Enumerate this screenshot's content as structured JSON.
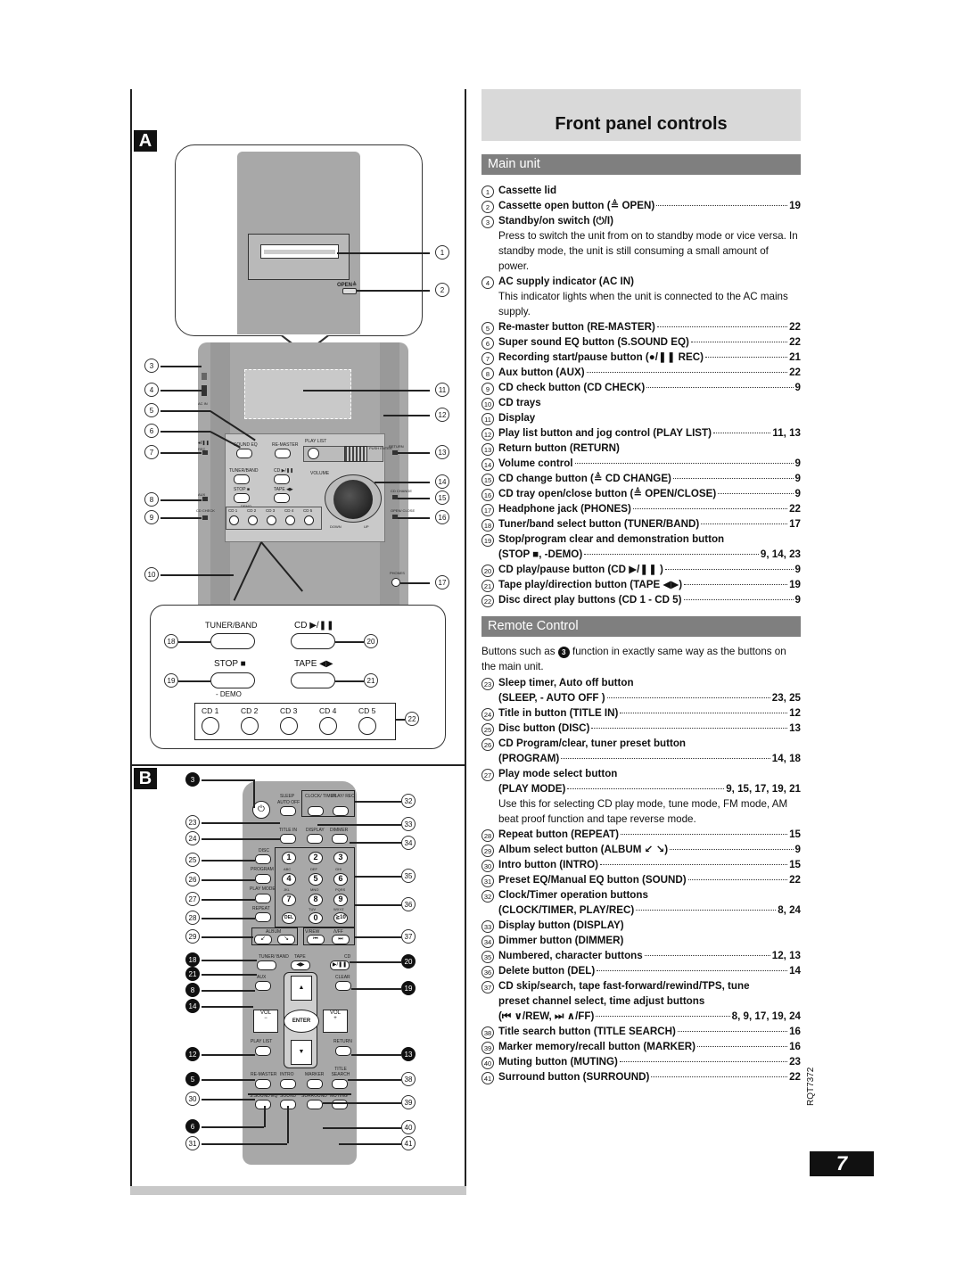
{
  "page": {
    "number": "7",
    "code": "RQT7372"
  },
  "sections": {
    "a": "A",
    "b": "B"
  },
  "title": "Front panel controls",
  "main_unit": {
    "heading": "Main unit",
    "items": [
      {
        "n": "1",
        "text": "Cassette lid",
        "page": ""
      },
      {
        "n": "2",
        "text": "Cassette open button (≜ OPEN)",
        "page": "19"
      },
      {
        "n": "3",
        "text": "Standby/on switch (⏻/I)",
        "page": ""
      },
      {
        "n": "4",
        "text": "AC supply indicator (AC IN)",
        "page": ""
      },
      {
        "n": "5",
        "text": "Re-master button (RE-MASTER)",
        "page": "22"
      },
      {
        "n": "6",
        "text": "Super sound EQ button (S.SOUND EQ)",
        "page": "22"
      },
      {
        "n": "7",
        "text": "Recording start/pause button (●/❚❚ REC)",
        "page": "21"
      },
      {
        "n": "8",
        "text": "Aux button (AUX)",
        "page": "22"
      },
      {
        "n": "9",
        "text": "CD check button (CD CHECK)",
        "page": "9"
      },
      {
        "n": "10",
        "text": "CD trays",
        "page": ""
      },
      {
        "n": "11",
        "text": "Display",
        "page": ""
      },
      {
        "n": "12",
        "text": "Play list button and jog control (PLAY LIST)",
        "page": "11, 13"
      },
      {
        "n": "13",
        "text": "Return button (RETURN)",
        "page": ""
      },
      {
        "n": "14",
        "text": "Volume control",
        "page": "9"
      },
      {
        "n": "15",
        "text": "CD change button (≜ CD CHANGE)",
        "page": "9"
      },
      {
        "n": "16",
        "text": "CD tray open/close button (≜ OPEN/CLOSE)",
        "page": "9"
      },
      {
        "n": "17",
        "text": "Headphone jack (PHONES)",
        "page": "22"
      },
      {
        "n": "18",
        "text": "Tuner/band select button (TUNER/BAND)",
        "page": "17"
      },
      {
        "n": "19",
        "text": "Stop/program clear and demonstration button",
        "page": ""
      },
      {
        "n": "20",
        "text": "CD play/pause button (CD ▶/❚❚ )",
        "page": "9"
      },
      {
        "n": "21",
        "text": "Tape play/direction button (TAPE ◀▶)",
        "page": "19"
      },
      {
        "n": "22",
        "text": "Disc direct play buttons (CD 1 - CD 5)",
        "page": "9"
      }
    ],
    "desc_3": "Press to switch the unit from on to standby mode or vice versa. In standby mode, the unit is still consuming a small amount of power.",
    "desc_4": "This indicator lights when the unit is connected to the AC mains supply.",
    "cont_19": {
      "text": "(STOP ■, -DEMO)",
      "page": "9, 14, 23"
    }
  },
  "remote": {
    "heading": "Remote Control",
    "intro_a": "Buttons such as",
    "intro_ref": "3",
    "intro_b": "function in exactly same way as the buttons on the main  unit.",
    "items": [
      {
        "n": "23",
        "text": "Sleep timer, Auto off button",
        "page": ""
      },
      {
        "n": "24",
        "text": "Title in button (TITLE IN)",
        "page": "12"
      },
      {
        "n": "25",
        "text": "Disc button (DISC)",
        "page": "13"
      },
      {
        "n": "26",
        "text": "CD Program/clear, tuner preset button",
        "page": ""
      },
      {
        "n": "27",
        "text": "Play mode select button",
        "page": ""
      },
      {
        "n": "28",
        "text": "Repeat button (REPEAT)",
        "page": "15"
      },
      {
        "n": "29",
        "text": "Album select button (ALBUM ↙ ↘)",
        "page": "9"
      },
      {
        "n": "30",
        "text": "Intro button (INTRO)",
        "page": "15"
      },
      {
        "n": "31",
        "text": "Preset EQ/Manual EQ button (SOUND)",
        "page": "22"
      },
      {
        "n": "32",
        "text": "Clock/Timer operation buttons",
        "page": ""
      },
      {
        "n": "33",
        "text": "Display button (DISPLAY)",
        "page": ""
      },
      {
        "n": "34",
        "text": "Dimmer button (DIMMER)",
        "page": ""
      },
      {
        "n": "35",
        "text": "Numbered, character buttons",
        "page": "12, 13"
      },
      {
        "n": "36",
        "text": "Delete button (DEL)",
        "page": "14"
      },
      {
        "n": "37",
        "text": "CD skip/search, tape fast-forward/rewind/TPS, tune",
        "page": ""
      },
      {
        "n": "38",
        "text": "Title search button (TITLE SEARCH)",
        "page": "16"
      },
      {
        "n": "39",
        "text": "Marker memory/recall button (MARKER)",
        "page": "16"
      },
      {
        "n": "40",
        "text": "Muting button (MUTING)",
        "page": "23"
      },
      {
        "n": "41",
        "text": "Surround button (SURROUND)",
        "page": "22"
      }
    ],
    "cont_23": {
      "text": "(SLEEP, - AUTO OFF )",
      "page": "23, 25"
    },
    "cont_26": {
      "text": "(PROGRAM)",
      "page": "14, 18"
    },
    "cont_27": {
      "text": "(PLAY MODE)",
      "page": "9, 15, 17, 19, 21"
    },
    "desc_27": "Use this for selecting CD play mode, tune mode, FM mode, AM beat proof function and tape reverse mode.",
    "cont_32": {
      "text": "(CLOCK/TIMER, PLAY/REC)",
      "page": "8, 24"
    },
    "cont_37a": "preset channel select, time adjust buttons",
    "cont_37": {
      "text": "(⏮ ∨/REW, ⏭ ∧/FF)",
      "page": "8, 9, 17, 19, 24"
    }
  },
  "diagram_a": {
    "open_label": "OPEN≜",
    "panel_labels": {
      "sound_eq": "SOUND EQ",
      "re_master": "RE-MASTER",
      "play_list": "PLAY LIST",
      "return": "RETURN",
      "tuner_band": "TUNER/BAND",
      "cd_play": "CD ▶/❚❚",
      "stop": "STOP ■",
      "tape": "TAPE ◀▶",
      "volume": "VOLUME",
      "down": "DOWN",
      "up": "UP",
      "cd1": "CD 1",
      "cd2": "CD 2",
      "cd3": "CD 3",
      "cd4": "CD 4",
      "cd5": "CD 5",
      "ac_in": "AC IN",
      "rec": "REC",
      "aux": "AUX",
      "cd_check": "CD CHECK",
      "phones": "PHONES",
      "demo": "DEMO",
      "push_enter": "PUSH ENTER",
      "cd_change": "CD CHANGE",
      "open_close": "OPEN/ CLOSE"
    },
    "zoom": {
      "tuner_band": "TUNER/BAND",
      "cd_play": "CD ▶/❚❚",
      "stop": "STOP ■",
      "tape": "TAPE ◀▶",
      "demo": "- DEMO",
      "cd": [
        "CD 1",
        "CD 2",
        "CD 3",
        "CD 4",
        "CD 5"
      ]
    },
    "callouts_left": [
      "3",
      "4",
      "5",
      "6",
      "7",
      "8",
      "9",
      "10"
    ],
    "callouts_right": [
      "1",
      "2",
      "11",
      "12",
      "13",
      "14",
      "15",
      "16",
      "17"
    ],
    "zoom_callouts": [
      "18",
      "19",
      "20",
      "21",
      "22"
    ]
  },
  "diagram_b": {
    "labels": {
      "sleep": "SLEEP",
      "auto_off": "AUTO OFF",
      "clock": "CLOCK/ TIMER",
      "play_rec": "PLAY/ REC",
      "title_in": "TITLE IN",
      "display": "DISPLAY",
      "dimmer": "DIMMER",
      "disc": "DISC",
      "program": "PROGRAM",
      "play_mode": "PLAY MODE",
      "repeat": "REPEAT",
      "album": "ALBUM",
      "vrew": "V/REW",
      "aff": "Λ/FF",
      "tuner": "TUNER/ BAND",
      "tape": "TAPE",
      "cd": "CD",
      "aux": "AUX",
      "clear": "CLEAR",
      "vol": "VOL",
      "enter": "ENTER",
      "play_list": "PLAY LIST",
      "return": "RETURN",
      "re_master": "RE-MASTER",
      "intro": "INTRO",
      "marker": "MARKER",
      "title_search": "TITLE SEARCH",
      "sound_eq": "S.SOUND EQ",
      "sound": "SOUND",
      "surround": "SURROUND",
      "muting": "MUTING",
      "del": "DEL",
      "spc": "SPACE"
    },
    "num_buttons": [
      "1",
      "2",
      "3",
      "4",
      "5",
      "6",
      "7",
      "8",
      "9",
      "0",
      "≧10"
    ],
    "num_sub": [
      "ABC",
      "DEF",
      "GHI",
      "JKL",
      "MNO",
      "PQRS",
      "TUV",
      "WXYZ"
    ],
    "callouts_left": [
      "3",
      "23",
      "24",
      "25",
      "26",
      "27",
      "28",
      "29",
      "18",
      "21",
      "8",
      "14",
      "12",
      "5",
      "30",
      "6",
      "31"
    ],
    "callouts_right": [
      "32",
      "33",
      "34",
      "35",
      "36",
      "37",
      "20",
      "19",
      "13",
      "38",
      "39",
      "40",
      "41"
    ]
  }
}
